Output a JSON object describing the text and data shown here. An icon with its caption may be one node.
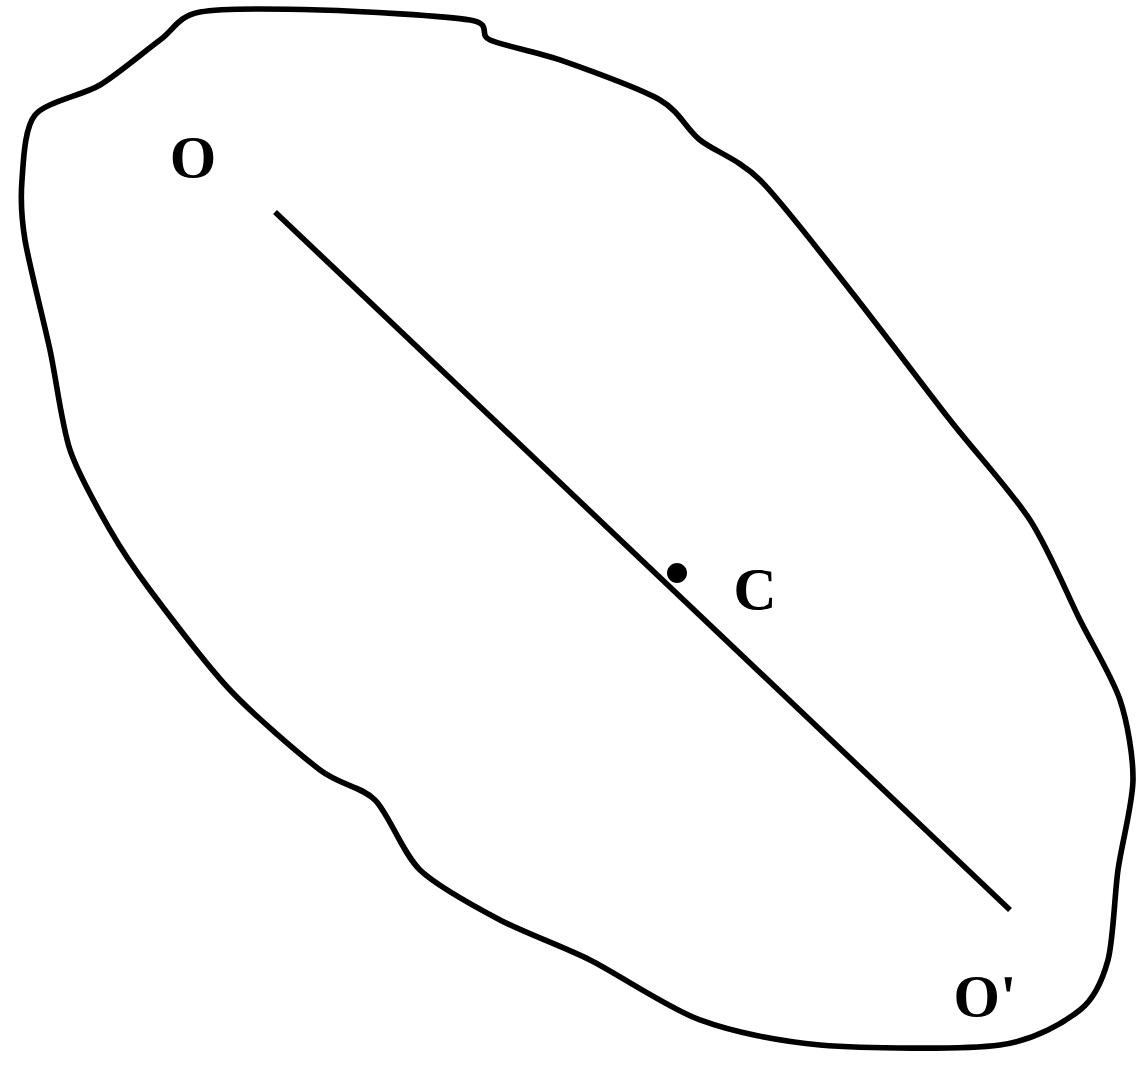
{
  "diagram": {
    "nodes": [
      {
        "text": [],
        "shape": "cloud"
      },
      {
        "text": [
          "O"
        ],
        "in": 0
      },
      {
        "text": [
          "O'"
        ],
        "in": 0
      }
    ],
    "edges": [
      {
        "from": 1,
        "to": 2,
        "arrow": "none"
      }
    ],
    "labels": [
      "C"
    ]
  }
}
